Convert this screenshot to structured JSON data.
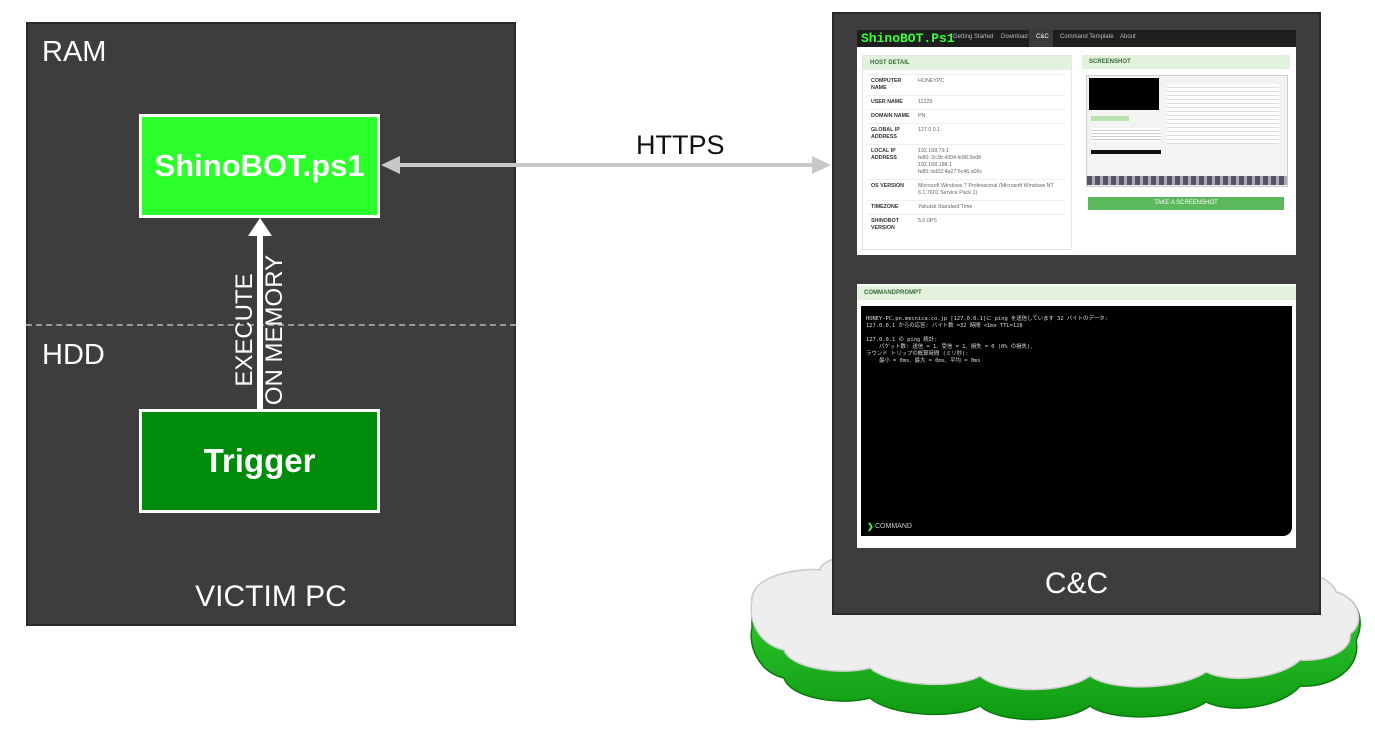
{
  "victim": {
    "ram_label": "RAM",
    "hdd_label": "HDD",
    "shinobot_label": "ShinoBOT.ps1",
    "trigger_label": "Trigger",
    "execute_line1": "EXECUTE",
    "execute_line2": "ON MEMORY",
    "caption": "VICTIM PC"
  },
  "link": {
    "label": "HTTPS"
  },
  "cc": {
    "caption": "C&C",
    "brand": "ShinoBOT.Ps1",
    "nav": [
      "Getting Started",
      "Download",
      "C&C",
      "Command Template",
      "About"
    ],
    "host_detail": {
      "title": "HOST DETAIL",
      "rows": [
        {
          "key": [
            "COMPUTER",
            "NAME"
          ],
          "value": [
            "HONEYPC"
          ]
        },
        {
          "key": [
            "USER NAME"
          ],
          "value": [
            "11229"
          ]
        },
        {
          "key": [
            "DOMAIN NAME"
          ],
          "value": [
            "PN"
          ]
        },
        {
          "key": [
            "GLOBAL IP",
            "ADDRESS"
          ],
          "value": [
            "127.0.0.1"
          ]
        },
        {
          "key": [
            "LOCAL IP",
            "ADDRESS"
          ],
          "value": [
            "192.168.79.1",
            "fe80::3c3b:4394:fe98:3ed8",
            "192.168.188.1",
            "fe80::bd32:4a27:6c46:a06c"
          ]
        },
        {
          "key": [
            "OS VERSION"
          ],
          "value": [
            "Microsoft Windows 7 Professional (Microsoft Windows NT",
            "6.1.7601 Service Pack 1)"
          ]
        },
        {
          "key": [
            "TIMEZONE"
          ],
          "value": [
            "Yakutsk Standard Time"
          ]
        },
        {
          "key": [
            "SHINOBOT",
            "VERSION"
          ],
          "value": [
            "5.0.0PS"
          ]
        }
      ]
    },
    "screenshot_panel": {
      "title": "SCREENSHOT",
      "button_label": "TAKE A SCREENSHOT"
    },
    "prompt": {
      "title": "COMMANDPROMPT",
      "lines": [
        "HONEY-PC.pn.mecnica.co.jp [127.0.0.1]に ping を送信しています 32 バイトのデータ:",
        "127.0.0.1 からの応答: バイト数 =32 時間 <1ms TTL=128",
        "",
        "127.0.0.1 の ping 統計:",
        "    パケット数: 送信 = 1、受信 = 1、損失 = 0 (0% の損失)、",
        "ラウンド トリップの概算時間 (ミリ秒):",
        "    最小 = 0ms、最大 = 0ms、平均 = 0ms"
      ],
      "command_label": "COMMAND"
    }
  },
  "colors": {
    "box_bg": "#3d3d3d",
    "shinobot_fill": "#2cff2c",
    "trigger_fill": "#008c0a",
    "arrow_gray": "#c8c8c8",
    "cloud_green": "#2ed52e"
  }
}
